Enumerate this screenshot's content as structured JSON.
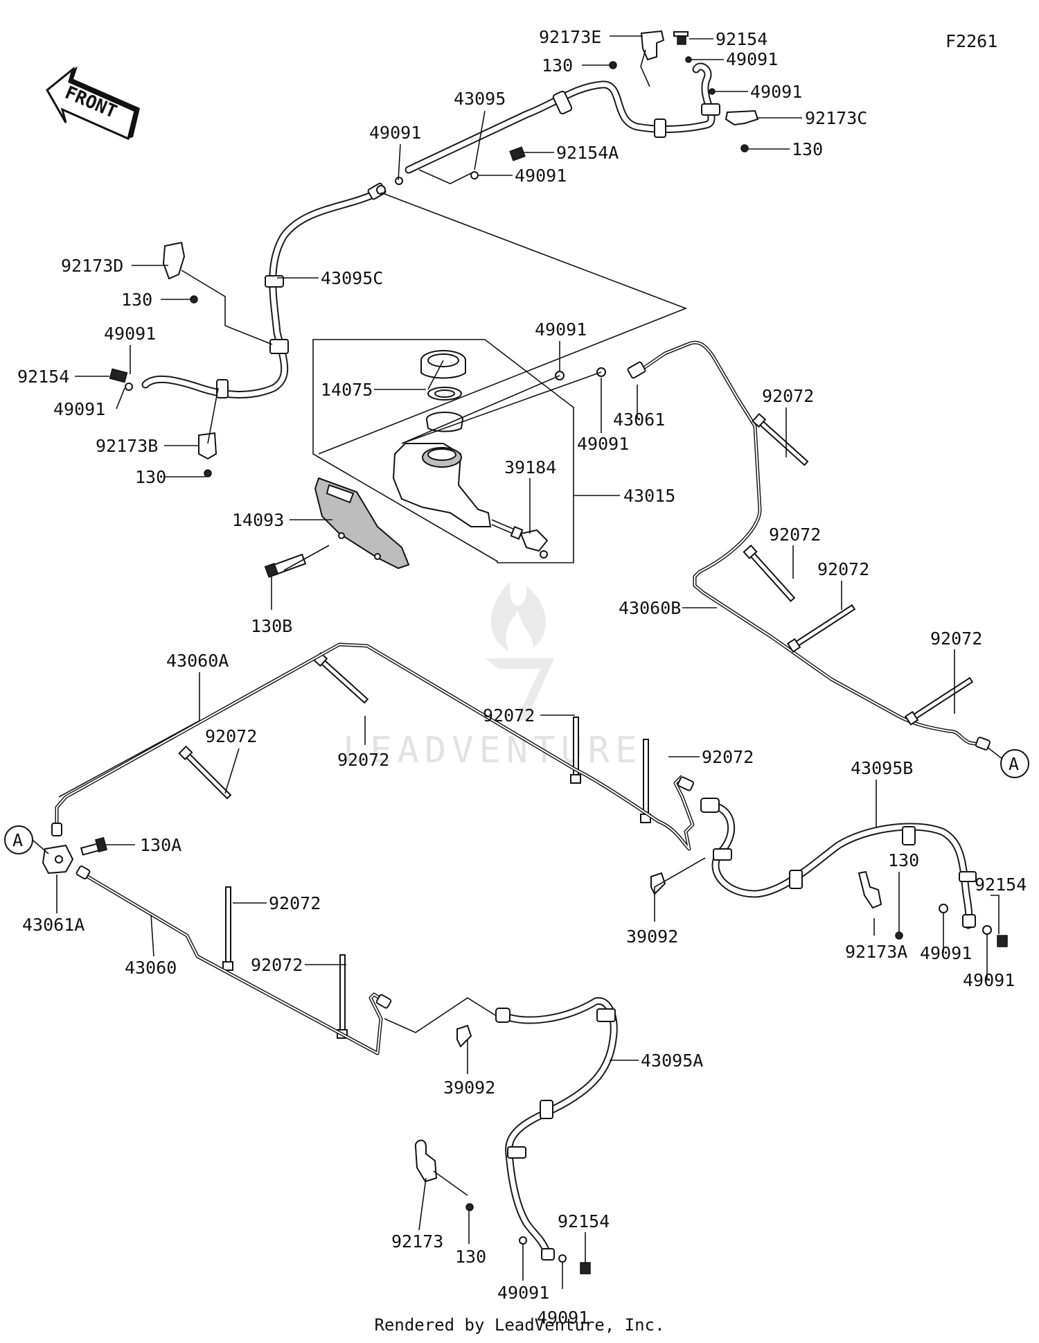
{
  "figure_code": "F2261",
  "front_arrow_text": "FRONT",
  "footer": "Rendered by LeadVenture, Inc.",
  "watermark": "LEADVENTURE",
  "connector_ref": "A",
  "labels": {
    "l92173E": "92173E",
    "l92154_top": "92154",
    "l130_top": "130",
    "l49091_t1": "49091",
    "l49091_t2": "49091",
    "l92173C": "92173C",
    "l130_t2": "130",
    "l43095": "43095",
    "l49091_t3": "49091",
    "l92154A": "92154A",
    "l49091_t4": "49091",
    "l92173D": "92173D",
    "l130_d": "130",
    "l43095C": "43095C",
    "l49091_l1": "49091",
    "l92154_l": "92154",
    "l49091_l2": "49091",
    "l92173B": "92173B",
    "l130_b": "130",
    "l49091_m1": "49091",
    "l14075": "14075",
    "l43061": "43061",
    "l49091_m2": "49091",
    "l39184": "39184",
    "l43015": "43015",
    "l14093": "14093",
    "l130B": "130B",
    "l92072_r1": "92072",
    "l92072_r2": "92072",
    "l92072_r3": "92072",
    "l43060B": "43060B",
    "l92072_r4": "92072",
    "l43060A": "43060A",
    "l92072_a1": "92072",
    "l92072_a2": "92072",
    "l92072_a3": "92072",
    "l92072_a4": "92072",
    "l43095B": "43095B",
    "l130_r": "130",
    "l92154_r": "92154",
    "l39092_r": "39092",
    "l92173A": "92173A",
    "l49091_r1": "49091",
    "l49091_r2": "49091",
    "l130A": "130A",
    "l43061A": "43061A",
    "l92072_b1": "92072",
    "l43060": "43060",
    "l92072_b2": "92072",
    "l39092_b": "39092",
    "l43095A": "43095A",
    "l92154_b": "92154",
    "l92173": "92173",
    "l130_bb": "130",
    "l49091_b1": "49091",
    "l49091_b2": "49091"
  }
}
